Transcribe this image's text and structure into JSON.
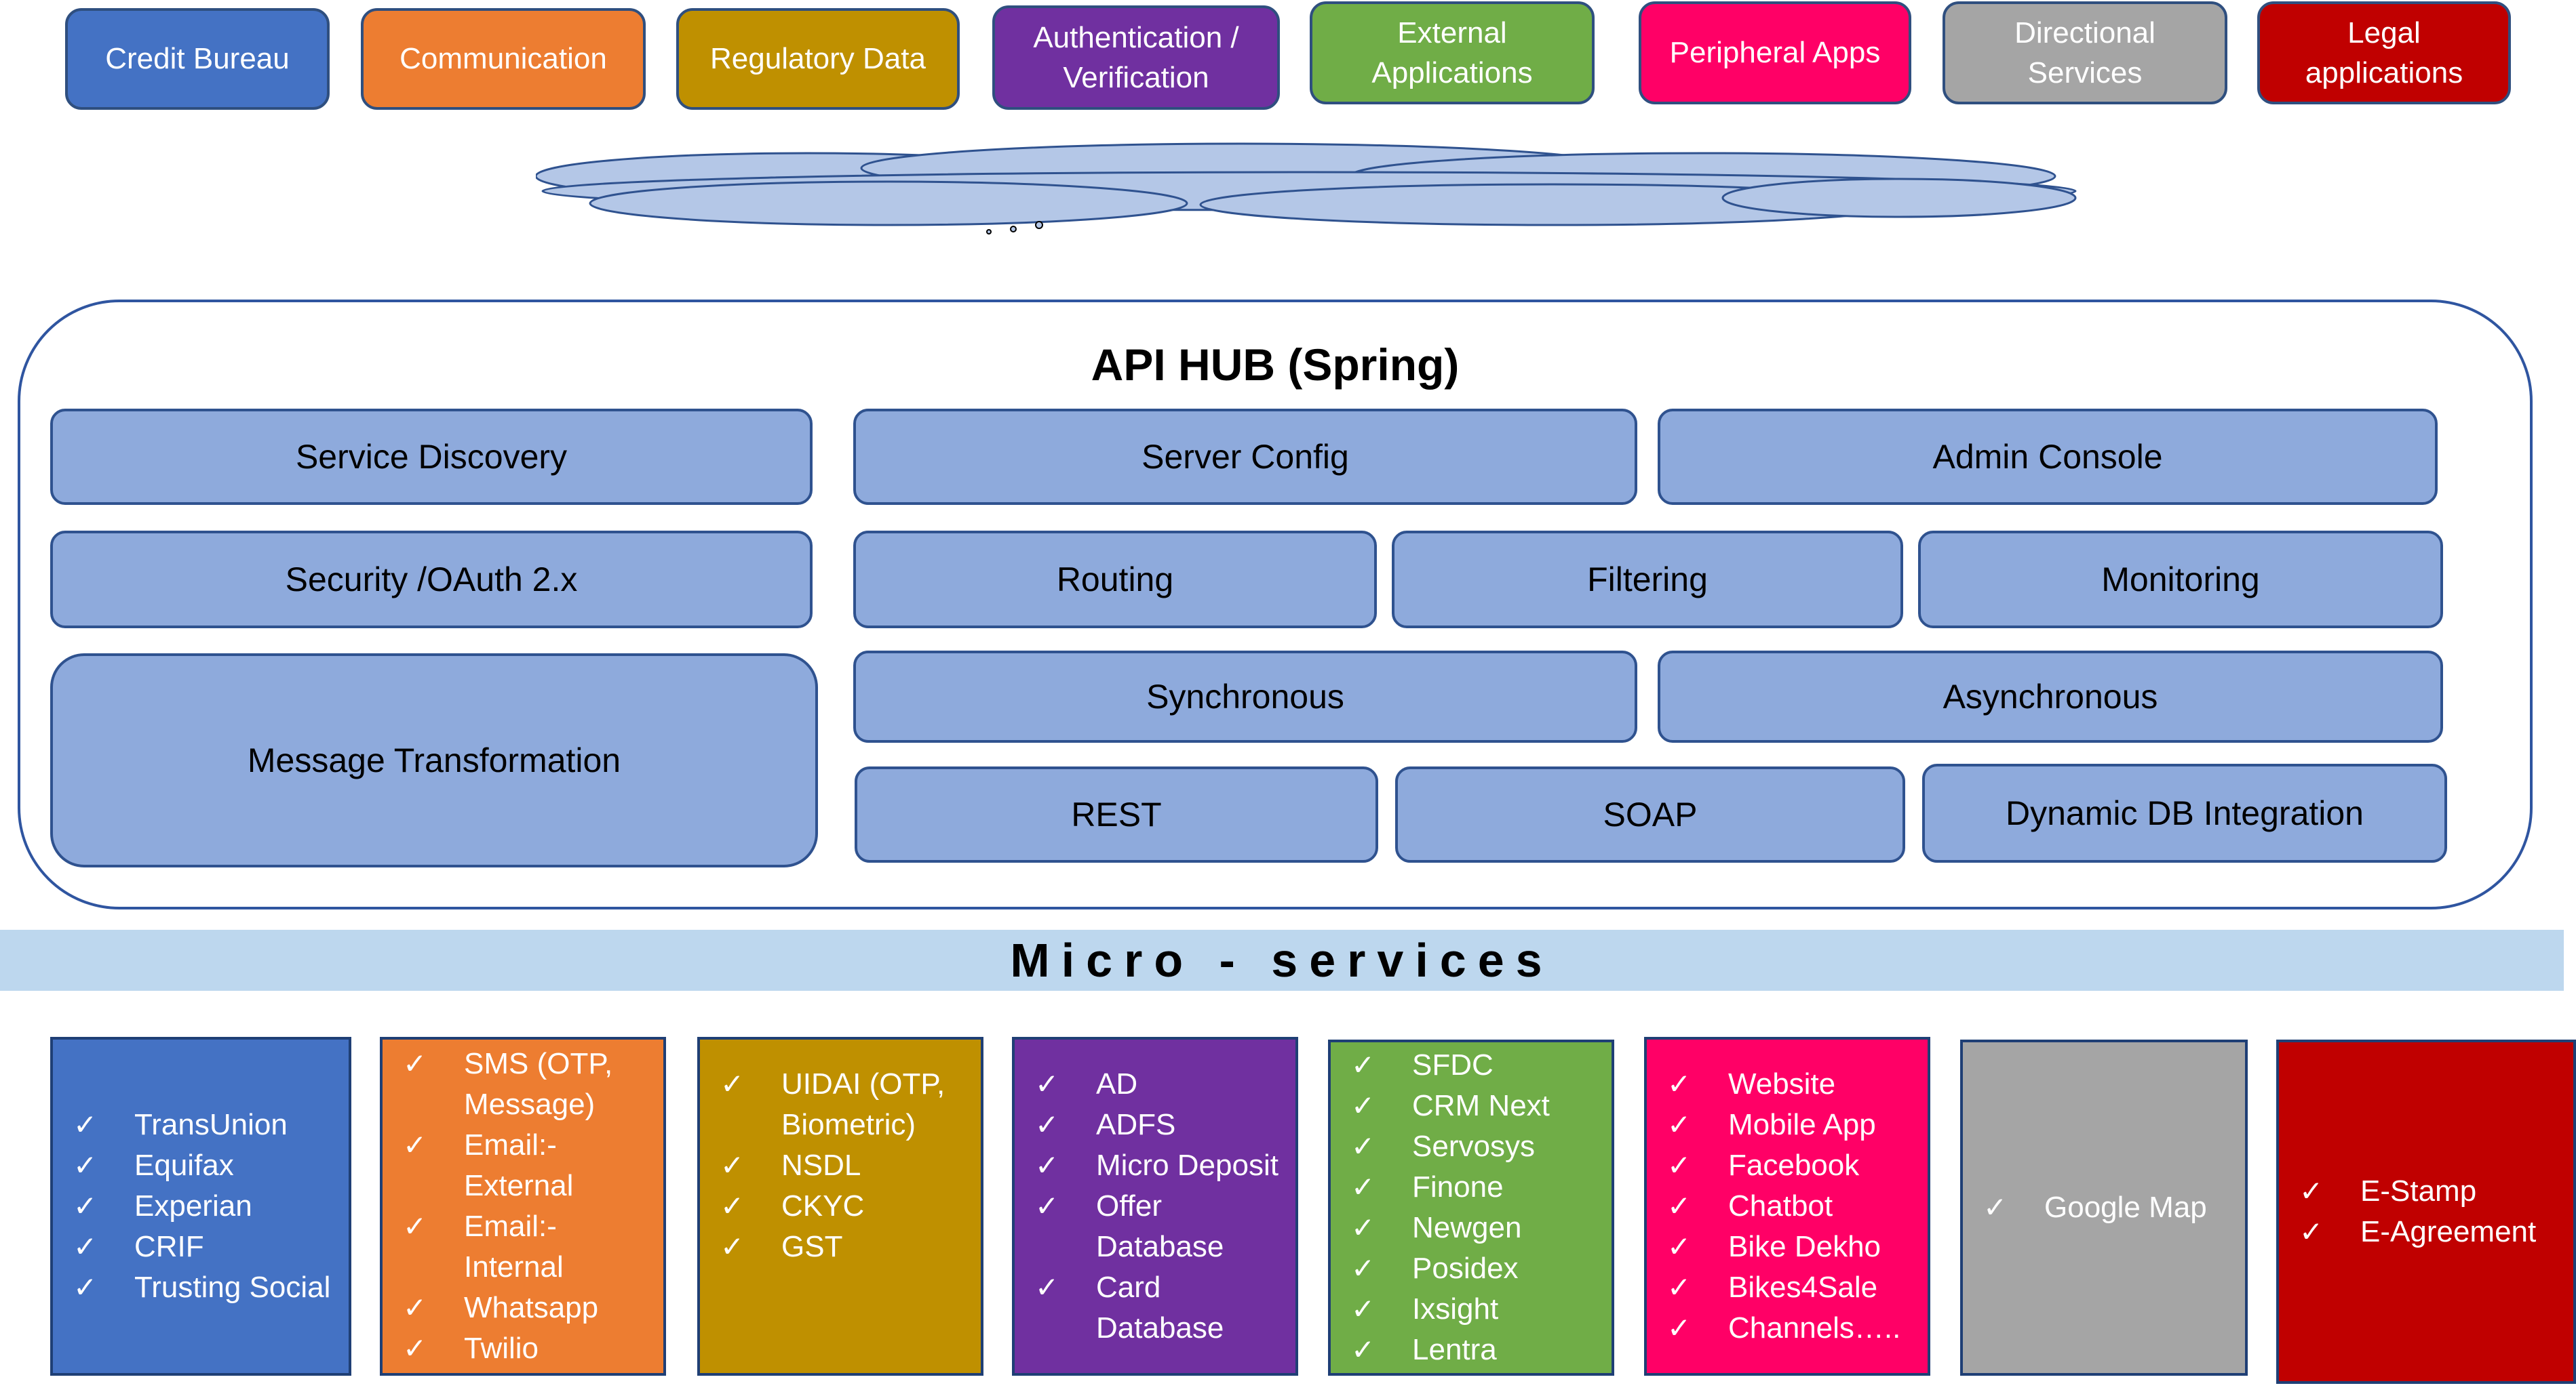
{
  "categories": [
    {
      "label": "Credit Bureau",
      "color": "#4472c4"
    },
    {
      "label": "Communication",
      "color": "#ed7d31"
    },
    {
      "label": "Regulatory Data",
      "color": "#bf9000"
    },
    {
      "label": "Authentication / Verification",
      "color": "#7030a0"
    },
    {
      "label": "External Applications",
      "color": "#70ad47"
    },
    {
      "label": "Peripheral Apps",
      "color": "#ff0066"
    },
    {
      "label": "Directional Services",
      "color": "#a5a5a5"
    },
    {
      "label": "Legal applications",
      "color": "#c00000"
    }
  ],
  "hub": {
    "title": "API HUB (Spring)",
    "components": {
      "service_discovery": "Service Discovery",
      "server_config": "Server Config",
      "admin_console": "Admin Console",
      "security": "Security /OAuth 2.x",
      "routing": "Routing",
      "filtering": "Filtering",
      "monitoring": "Monitoring",
      "message_transformation": "Message Transformation",
      "synchronous": "Synchronous",
      "asynchronous": "Asynchronous",
      "rest": "REST",
      "soap": "SOAP",
      "dynamic_db": "Dynamic DB Integration"
    }
  },
  "microservices_label": "Micro - services",
  "check_glyph": "✓",
  "services": [
    {
      "color": "#4472c4",
      "items": [
        "TransUnion",
        "Equifax",
        "Experian",
        "CRIF",
        "Trusting Social"
      ]
    },
    {
      "color": "#ed7d31",
      "items": [
        "SMS (OTP, Message)",
        "Email:- External",
        "Email:- Internal",
        "Whatsapp",
        "Twilio"
      ]
    },
    {
      "color": "#bf9000",
      "items": [
        "UIDAI (OTP, Biometric)",
        "NSDL",
        "CKYC",
        "GST"
      ]
    },
    {
      "color": "#7030a0",
      "items": [
        "AD",
        "ADFS",
        "Micro Deposit",
        "Offer Database",
        "Card Database"
      ]
    },
    {
      "color": "#70ad47",
      "items": [
        "SFDC",
        "CRM Next",
        "Servosys",
        "Finone",
        "Newgen",
        "Posidex",
        "Ixsight",
        "Lentra"
      ]
    },
    {
      "color": "#ff0066",
      "items": [
        "Website",
        "Mobile App",
        "Facebook",
        "Chatbot",
        "Bike Dekho",
        "Bikes4Sale",
        "Channels….."
      ]
    },
    {
      "color": "#a5a5a5",
      "items": [
        "Google Map"
      ]
    },
    {
      "color": "#c00000",
      "items": [
        "E-Stamp",
        "E-Agreement"
      ]
    }
  ]
}
